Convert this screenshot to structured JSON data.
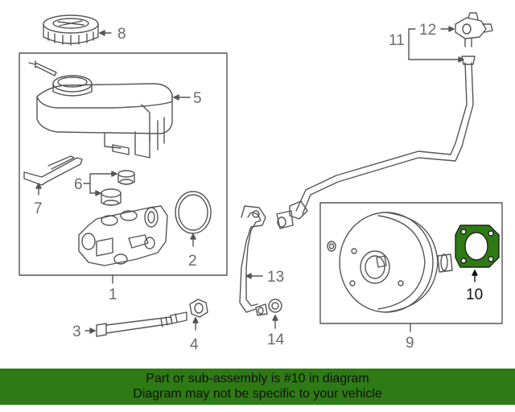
{
  "callouts": {
    "c1": "1",
    "c2": "2",
    "c3": "3",
    "c4": "4",
    "c5": "5",
    "c6": "6",
    "c7": "7",
    "c8": "8",
    "c9": "9",
    "c10": "10",
    "c11": "11",
    "c12": "12",
    "c13": "13",
    "c14": "14"
  },
  "banner": {
    "line1": "Part or sub-assembly is #10 in diagram",
    "line2": "Diagram may not be specific to your vehicle"
  },
  "colors": {
    "banner_bg": "#2e7a14",
    "highlight_fill": "#2e7a14",
    "line_art": "#555555"
  }
}
